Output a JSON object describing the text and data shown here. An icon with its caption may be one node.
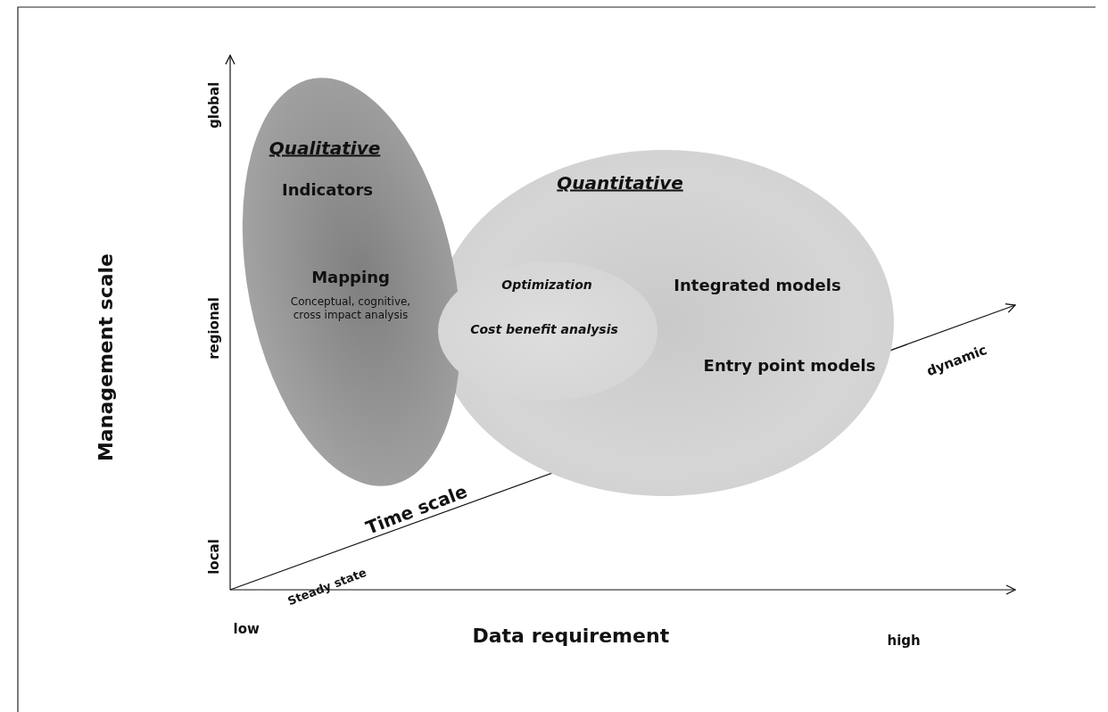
{
  "diagram": {
    "nodes": [
      {
        "text": [
          "Qualitative",
          "Indicators",
          "Mapping",
          "Conceptual, cognitive, cross impact analysis"
        ]
      },
      {
        "text": [
          "Quantitative",
          "Integrated models",
          "Entry point models"
        ]
      },
      {
        "text": [
          "Optimization",
          "Cost benefit analysis"
        ],
        "in": 1
      }
    ],
    "edges": [],
    "labels": [
      "global",
      "Management scale",
      "regional",
      "dynamic",
      "Time scale",
      "local",
      "Steady state",
      "low",
      "high",
      "Data requirement"
    ]
  }
}
